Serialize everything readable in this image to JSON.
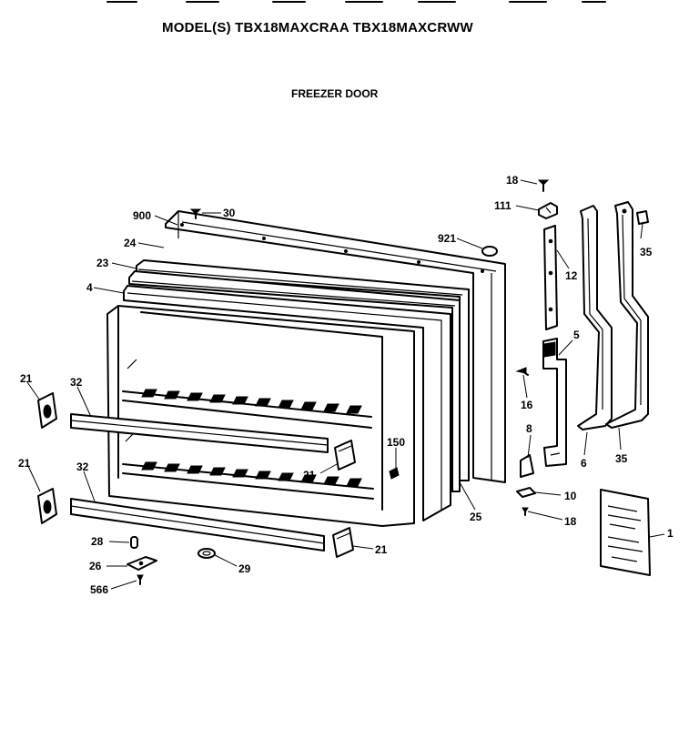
{
  "header": {
    "top_partial": "— — — — — — — —",
    "model": "MODEL(S) TBX18MAXCRAA  TBX18MAXCRWW",
    "section": "FREEZER DOOR"
  },
  "parts": {
    "p900": "900",
    "p30": "30",
    "p24": "24",
    "p23": "23",
    "p4": "4",
    "p921": "921",
    "p18a": "18",
    "p111": "111",
    "p12": "12",
    "p35a": "35",
    "p5": "5",
    "p16": "16",
    "p8": "8",
    "p6": "6",
    "p35b": "35",
    "p21a": "21",
    "p32a": "32",
    "p21b": "21",
    "p32b": "32",
    "p150": "150",
    "p21c": "21",
    "p25": "25",
    "p10": "10",
    "p18b": "18",
    "p1": "1",
    "p28": "28",
    "p26": "26",
    "p566": "566",
    "p29": "29",
    "p21d": "21"
  }
}
